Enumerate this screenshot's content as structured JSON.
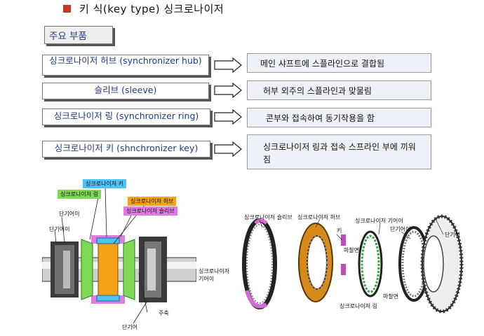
{
  "title": "키 식(key type)  싱크로나이저",
  "section_label": "주요 부품",
  "rows": [
    {
      "part": "싱크로나이저 허브 (synchronizer hub)",
      "desc": "메인 샤프트에 스플라인으로 결합됨"
    },
    {
      "part": "슬리브 (sleeve)",
      "desc": "허부 외주의 스플라인과 맞물림"
    },
    {
      "part": "싱크로나이저 링 (synchronizer ring)",
      "desc": "콘부와 접속하여 동기작용을 함"
    },
    {
      "part": "싱크로나이저 키 (shnchronizer key)",
      "desc": "싱크로나이저 링과 접속  스프라인 부에 끼워 짐"
    }
  ],
  "left_diagram": {
    "tags": {
      "key": "싱크로나이저 키",
      "ring": "싱크로나이저 링",
      "hub": "싱크로나이저 허브",
      "sleeve": "싱크로나이저 슬리브"
    },
    "labels": {
      "gear_top": "단기어이",
      "gear_left": "단기어이",
      "main_shaft": "주축",
      "gear_bottom": "단기어"
    },
    "colors": {
      "key": "#4fc3f7",
      "ring": "#7ed957",
      "hub": "#f4a21a",
      "sleeve": "#e07be0"
    }
  },
  "right_diagram": {
    "labels": {
      "sleeve": "싱크로나이저 슬리브",
      "hub": "싱크로나이저 허브",
      "key": "키",
      "gear_teeth": "싱크로나이저 기어이",
      "gear_teeth2": "단기어이",
      "gear": "단기어",
      "sleeve_teeth": "싱크로나이저 기어이",
      "cone1": "마찰면",
      "cone2": "마찰면",
      "ring": "싱크로나이저 링"
    }
  }
}
